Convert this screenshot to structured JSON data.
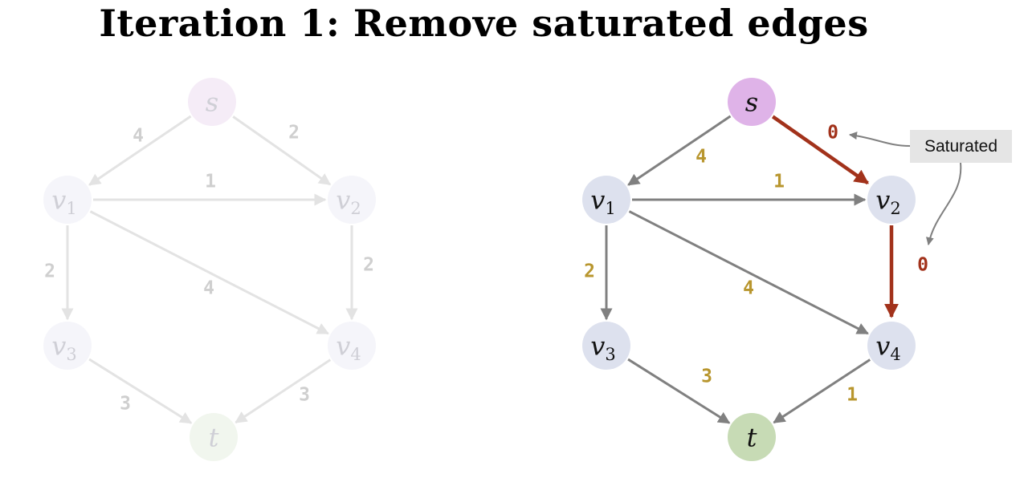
{
  "title": "Iteration 1: Remove saturated edges",
  "colors": {
    "faded_edge": "#e3e3e3",
    "faded_label": "#cfcfcf",
    "faded_node_s": "#f5ecf7",
    "faded_node_v": "#f5f5fa",
    "faded_node_t": "#f1f6ee",
    "faded_node_text": "#cfcfd6",
    "edge": "#808080",
    "saturated_edge": "#a2321b",
    "capacity_label": "#b8962e",
    "saturated_label": "#a2321b",
    "node_s": "#dfb3e8",
    "node_v": "#dde1ee",
    "node_t": "#c7dbb5",
    "node_text": "#111111"
  },
  "left_graph": {
    "nodes": [
      {
        "id": "s",
        "label": "s",
        "sub": ""
      },
      {
        "id": "v1",
        "label": "v",
        "sub": "1"
      },
      {
        "id": "v2",
        "label": "v",
        "sub": "2"
      },
      {
        "id": "v3",
        "label": "v",
        "sub": "3"
      },
      {
        "id": "v4",
        "label": "v",
        "sub": "4"
      },
      {
        "id": "t",
        "label": "t",
        "sub": ""
      }
    ],
    "edges": [
      {
        "from": "s",
        "to": "v1",
        "capacity": "4"
      },
      {
        "from": "s",
        "to": "v2",
        "capacity": "2"
      },
      {
        "from": "v1",
        "to": "v2",
        "capacity": "1"
      },
      {
        "from": "v1",
        "to": "v3",
        "capacity": "2"
      },
      {
        "from": "v1",
        "to": "v4",
        "capacity": "4"
      },
      {
        "from": "v2",
        "to": "v4",
        "capacity": "2"
      },
      {
        "from": "v3",
        "to": "t",
        "capacity": "3"
      },
      {
        "from": "v4",
        "to": "t",
        "capacity": "3"
      }
    ]
  },
  "right_graph": {
    "nodes": [
      {
        "id": "s",
        "label": "s",
        "sub": ""
      },
      {
        "id": "v1",
        "label": "v",
        "sub": "1"
      },
      {
        "id": "v2",
        "label": "v",
        "sub": "2"
      },
      {
        "id": "v3",
        "label": "v",
        "sub": "3"
      },
      {
        "id": "v4",
        "label": "v",
        "sub": "4"
      },
      {
        "id": "t",
        "label": "t",
        "sub": ""
      }
    ],
    "edges": [
      {
        "from": "s",
        "to": "v1",
        "capacity": "4",
        "saturated": false
      },
      {
        "from": "s",
        "to": "v2",
        "capacity": "0",
        "saturated": true
      },
      {
        "from": "v1",
        "to": "v2",
        "capacity": "1",
        "saturated": false
      },
      {
        "from": "v1",
        "to": "v3",
        "capacity": "2",
        "saturated": false
      },
      {
        "from": "v1",
        "to": "v4",
        "capacity": "4",
        "saturated": false
      },
      {
        "from": "v2",
        "to": "v4",
        "capacity": "0",
        "saturated": true
      },
      {
        "from": "v3",
        "to": "t",
        "capacity": "3",
        "saturated": false
      },
      {
        "from": "v4",
        "to": "t",
        "capacity": "1",
        "saturated": false
      }
    ]
  },
  "callout": {
    "text": "Saturated"
  }
}
